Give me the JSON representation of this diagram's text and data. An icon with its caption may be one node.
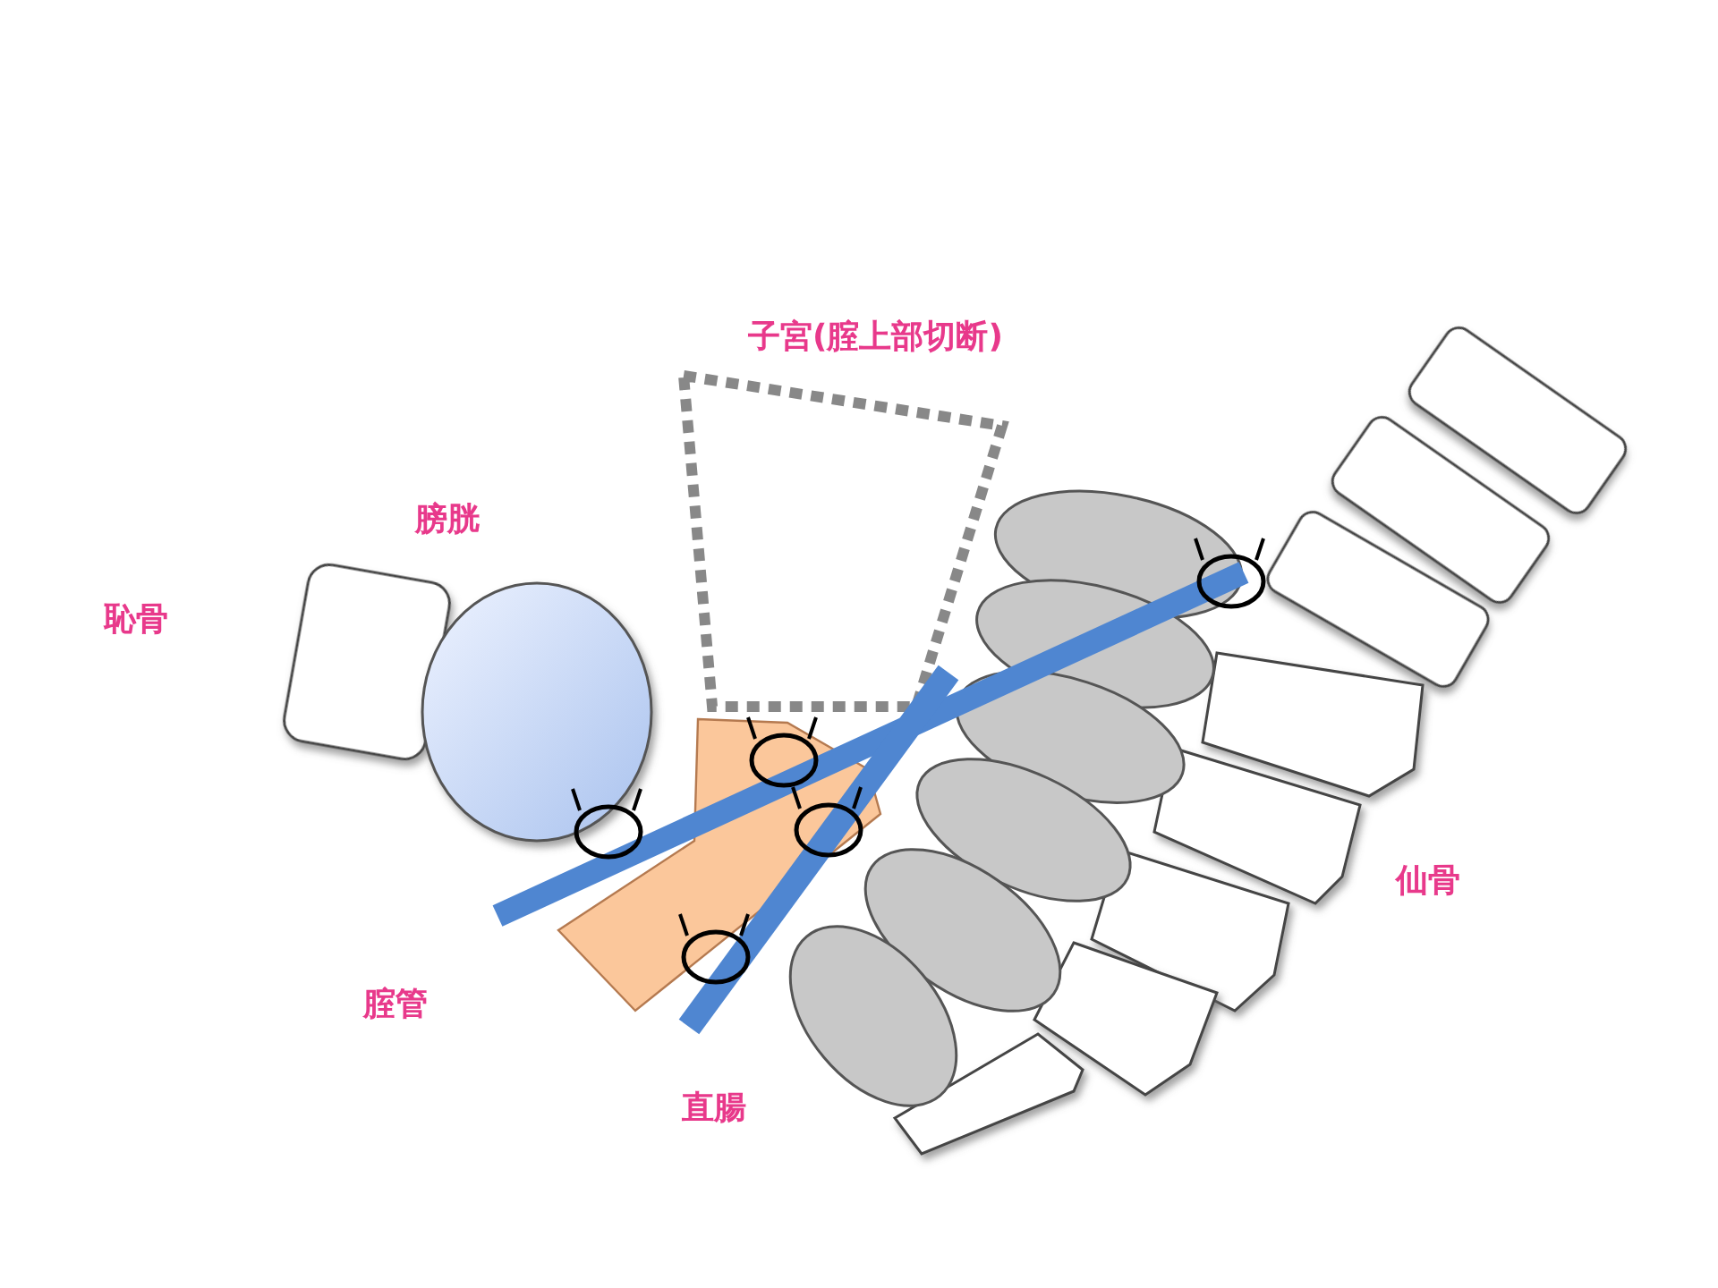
{
  "diagram": {
    "labels": [
      "子宮(腟上部切断)",
      "膀胱",
      "恥骨",
      "仙骨",
      "腟管",
      "直腸"
    ]
  }
}
